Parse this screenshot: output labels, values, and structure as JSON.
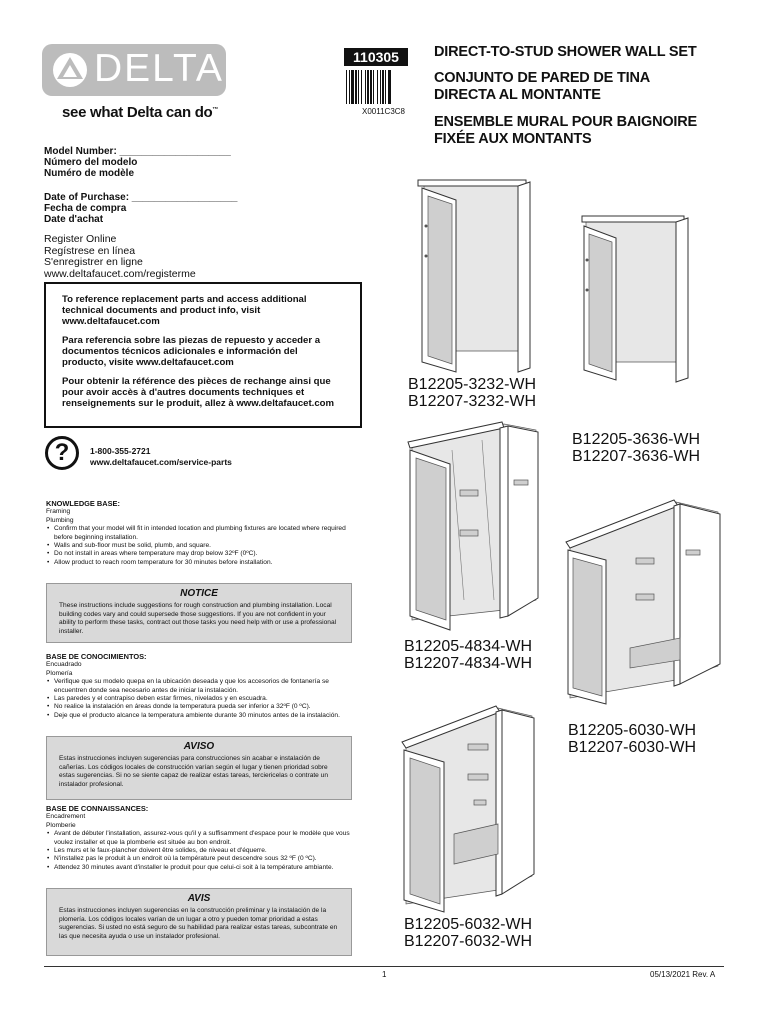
{
  "brand": {
    "logo_text": "DELTA",
    "tagline": "see what Delta can do",
    "tagline_mark": "™"
  },
  "doc_code": "110305",
  "barcode_caption": "X0011C3C8",
  "titles": {
    "en": "DIRECT-TO-STUD SHOWER WALL SET",
    "es_1": "CONJUNTO DE PARED DE TINA",
    "es_2": "DIRECTA AL MONTANTE",
    "fr_1": "ENSEMBLE MURAL POUR BAIGNOIRE",
    "fr_2": "FIXÉE AUX MONTANTS"
  },
  "model_number": {
    "l1": "Model Number: ____________________",
    "l2": "Número del modelo",
    "l3": "Numéro de modèle"
  },
  "purchase_date": {
    "l1": "Date of Purchase: ___________________",
    "l2": "Fecha de compra",
    "l3": "Date d'achat"
  },
  "register": {
    "l1": "Register Online",
    "l2": "Regístrese en línea",
    "l3": "S'enregistrer en ligne",
    "l4": "www.deltafaucet.com/registerme"
  },
  "reference": {
    "en": "To reference replacement parts and access additional technical documents and product info, visit www.deltafaucet.com",
    "es": "Para referencia sobre las piezas de repuesto y acceder a documentos técnicos adicionales e información del producto, visite www.deltafaucet.com",
    "fr": "Pour obtenir la référence des pièces de rechange ainsi que pour avoir accès à d'autres documents techniques et renseignements sur le produit, allez à www.deltafaucet.com"
  },
  "help": {
    "icon": "?",
    "phone": "1-800-355-2721",
    "url": "www.deltafaucet.com/service-parts"
  },
  "kb_en": {
    "heading": "KNOWLEDGE BASE:",
    "sub1": "Framing",
    "sub2": "Plumbing",
    "items": [
      "Confirm that your model will fit in intended location and plumbing fixtures are located where required before beginning installation.",
      "Walls and sub-floor must be solid, plumb, and square.",
      "Do not install in areas where temperature may drop below 32ºF (0ºC).",
      "Allow product to reach room temperature for 30 minutes before installation."
    ]
  },
  "notice_en": {
    "title": "NOTICE",
    "text": "These instructions include suggestions for rough construction and plumbing installation. Local building codes vary and could supersede those suggestions. If you are not confident in your ability to perform these tasks, contract out those tasks you need help with or use a professional installer."
  },
  "kb_es": {
    "heading": "BASE DE CONOCIMIENTOS:",
    "sub1": "Encuadrado",
    "sub2": "Plomería",
    "items": [
      "Verifique que su modelo quepa en la ubicación deseada y que los accesorios de fontanería se encuentren donde sea necesario antes de iniciar la instalación.",
      "Las paredes y el contrapiso deben estar firmes, nivelados y en escuadra.",
      "No realice la instalación en áreas donde la temperatura pueda ser inferior a 32ºF (0 ºC).",
      "Deje que el producto alcance la temperatura ambiente durante 30 minutos antes de la instalación."
    ]
  },
  "notice_es": {
    "title": "AVISO",
    "text": "Estas instrucciones incluyen sugerencias para construcciones sin acabar e instalación de cañerías. Los códigos locales de construcción varían según el lugar y tienen prioridad sobre estas sugerencias. Si no se siente capaz de realizar estas tareas, terciericelas o contrate un instalador profesional."
  },
  "kb_fr": {
    "heading": "BASE DE CONNAISSANCES:",
    "sub1": "Encadrement",
    "sub2": "Plomberie",
    "items": [
      "Avant de débuter l'installation, assurez-vous qu'il y a suffisamment d'espace pour le modèle que vous voulez installer et que la plomberie est située au bon endroit.",
      "Les murs et le faux-plancher doivent être solides, de niveau et d'équerre.",
      "N'installez pas le produit à un endroit où la température peut descendre sous 32 ºF (0 ºC).",
      "Attendez 30 minutes avant d'installer le produit pour que celui-ci soit à la température ambiante."
    ]
  },
  "notice_fr": {
    "title": "AVIS",
    "text": "Estas instrucciones incluyen sugerencias en la construcción preliminar y la instalación de la plomería. Los códigos locales varían de un lugar a otro y pueden tomar prioridad a estas sugerencias. Si usted no está seguro de su habilidad para realizar estas tareas, subcontrate en las que necesita ayuda o use un instalador profesional."
  },
  "models": [
    {
      "a": "B12205-3232-WH",
      "b": "B12207-3232-WH"
    },
    {
      "a": "B12205-3636-WH",
      "b": "B12207-3636-WH"
    },
    {
      "a": "B12205-4834-WH",
      "b": "B12207-4834-WH"
    },
    {
      "a": "B12205-6030-WH",
      "b": "B12207-6030-WH"
    },
    {
      "a": "B12205-6032-WH",
      "b": "B12207-6032-WH"
    }
  ],
  "footer": {
    "page": "1",
    "date_rev": "05/13/2021 Rev. A"
  }
}
